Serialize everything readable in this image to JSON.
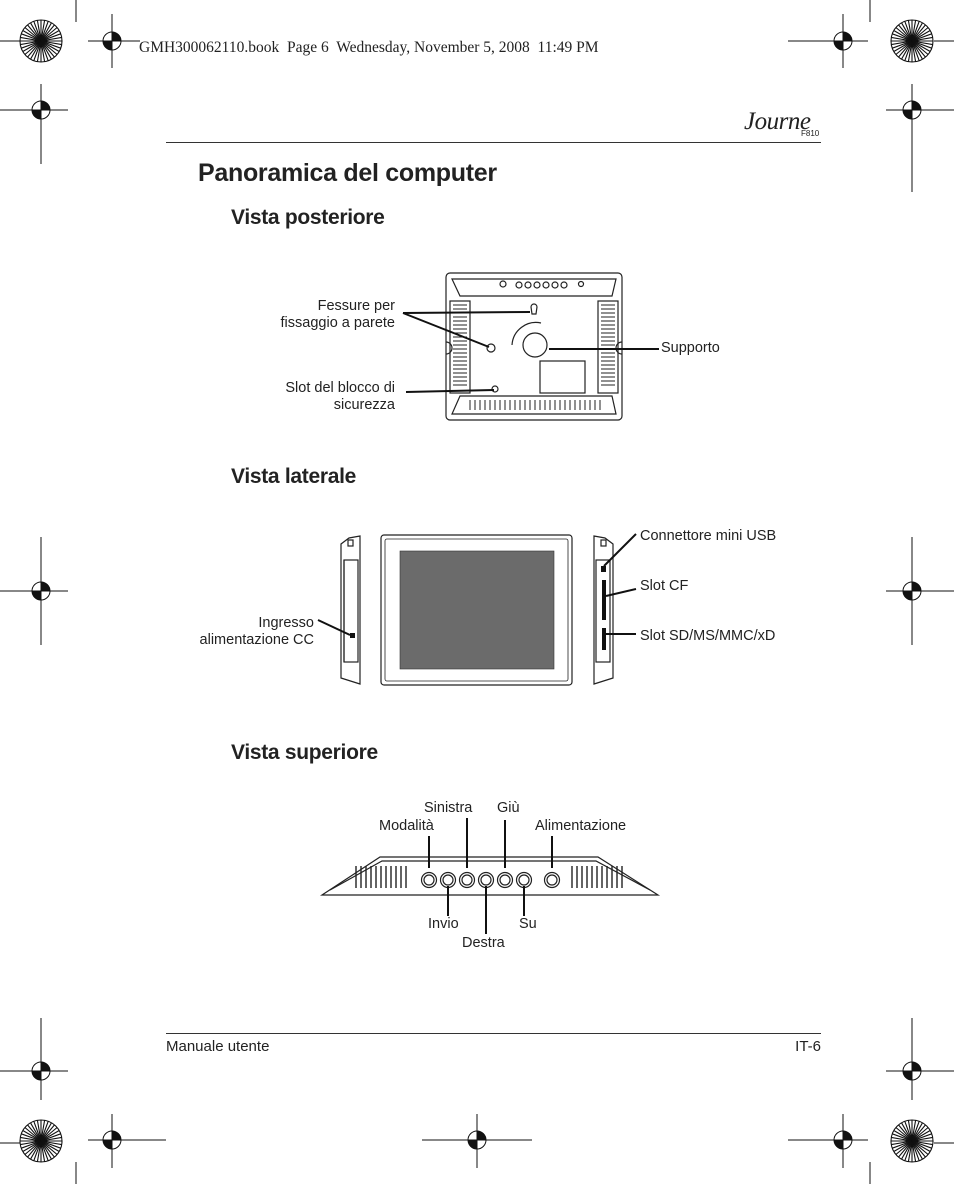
{
  "print_header": "GMH300062110.book  Page 6  Wednesday, November 5, 2008  11:49 PM",
  "brand": {
    "logo": "Journe",
    "model": "F810"
  },
  "title": "Panoramica del computer",
  "sections": {
    "rear": {
      "heading": "Vista posteriore",
      "labels": {
        "wall_slots_line1": "Fessure per",
        "wall_slots_line2": "fissaggio a parete",
        "lock_line1": "Slot del blocco di",
        "lock_line2": "sicurezza",
        "stand": "Supporto"
      }
    },
    "side": {
      "heading": "Vista laterale",
      "labels": {
        "dc_line1": "Ingresso",
        "dc_line2": "alimentazione CC",
        "mini_usb": "Connettore mini USB",
        "cf": "Slot CF",
        "sd": "Slot SD/MS/MMC/xD"
      }
    },
    "top": {
      "heading": "Vista superiore",
      "labels": {
        "left": "Sinistra",
        "down": "Giù",
        "mode": "Modalità",
        "power": "Alimentazione",
        "enter": "Invio",
        "up": "Su",
        "right": "Destra"
      }
    }
  },
  "footer": {
    "left": "Manuale utente",
    "right": "IT-6"
  }
}
